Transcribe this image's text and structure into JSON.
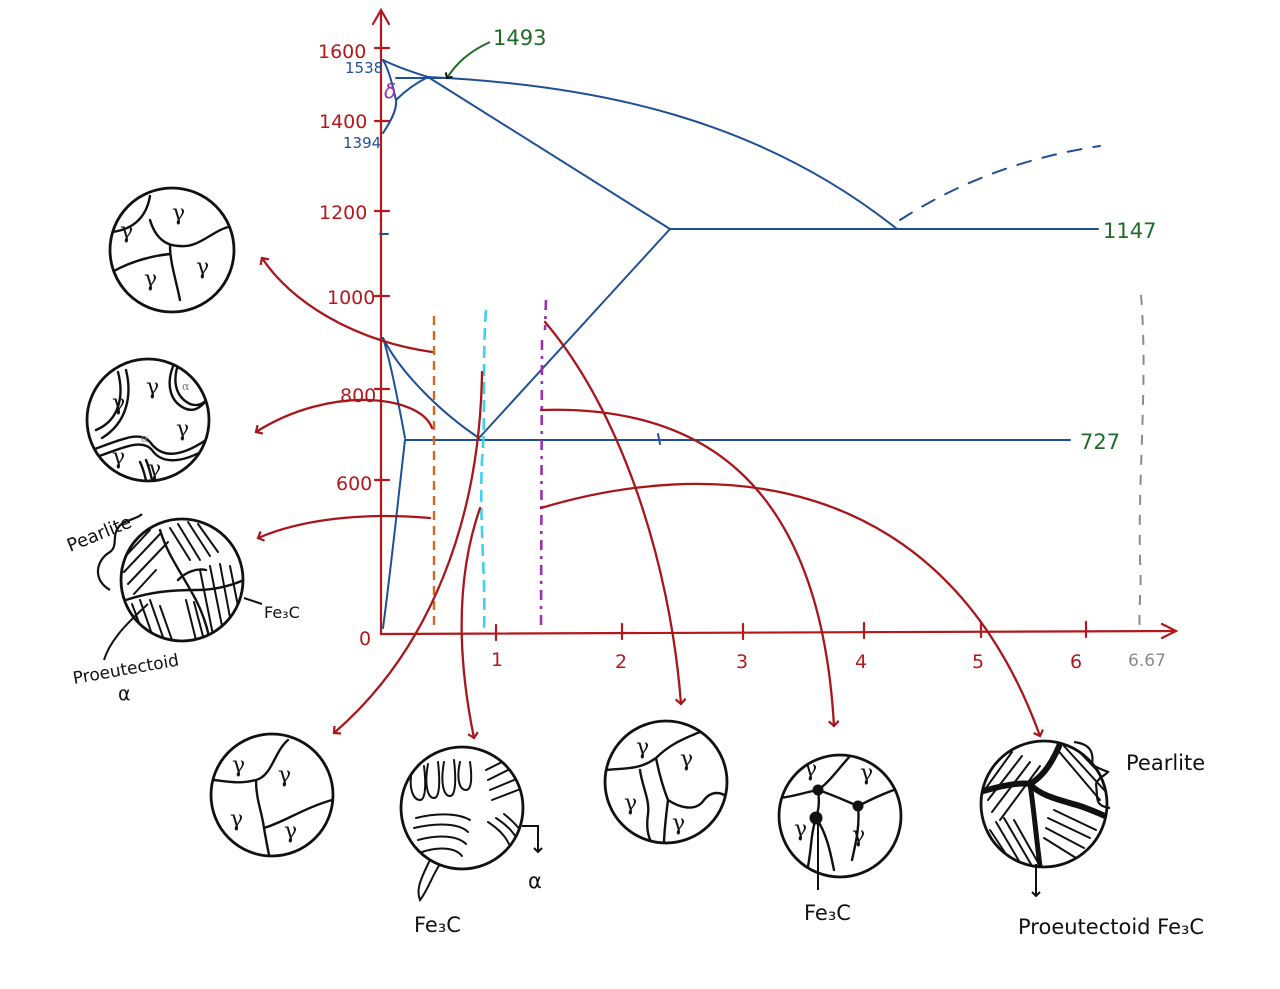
{
  "diagram": {
    "axes": {
      "y_ticks": [
        "1600",
        "1400",
        "1200",
        "1000",
        "800",
        "600",
        "0"
      ],
      "x_ticks": [
        "1",
        "2",
        "3",
        "4",
        "5",
        "6"
      ],
      "x_end_label": "6.67"
    },
    "temperature_labels": {
      "t_1538": "1538",
      "t_1394": "1394",
      "t_1493": "1493",
      "t_1147": "1147",
      "t_727": "727"
    },
    "phase_labels": {
      "delta": "δ"
    },
    "colors": {
      "axis": "#b3181c",
      "phase_lines": "#1f4f96",
      "arrows": "#a8161b",
      "green_labels": "#1f6b28",
      "hypoeutectoid_line": "#d2691e",
      "eutectoid_line": "#3fd0ee",
      "hypereutectoid_line": "#9b30b0",
      "cementite_line": "#8a8a8a"
    },
    "microstructures": {
      "grain_symbol": "γ",
      "ferrite_symbol": "α",
      "left_pearlite": "Pearlite",
      "left_fe3c": "Fe₃C",
      "left_proeutectoid": "Proeutectoid",
      "left_alpha": "α",
      "eutectoid_fe3c": "Fe₃C",
      "eutectoid_alpha": "α",
      "hyper_fe3c": "Fe₃C",
      "right_pearlite": "Pearlite",
      "right_proeutectoid": "Proeutectoid Fe₃C"
    }
  }
}
